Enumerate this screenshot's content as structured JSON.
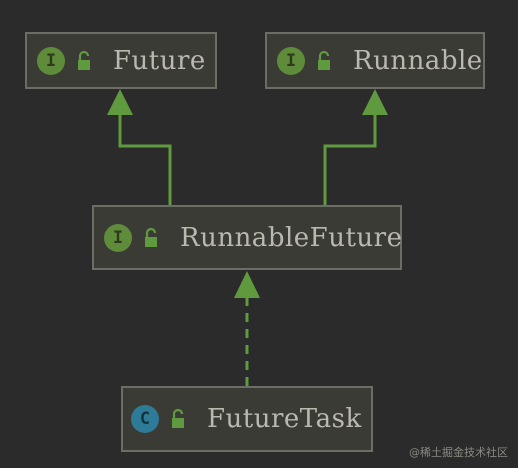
{
  "nodes": {
    "future": {
      "label": "Future",
      "kind": "interface",
      "badge": "I"
    },
    "runnable": {
      "label": "Runnable",
      "kind": "interface",
      "badge": "I"
    },
    "runnable_future": {
      "label": "RunnableFuture",
      "kind": "interface",
      "badge": "I"
    },
    "future_task": {
      "label": "FutureTask",
      "kind": "class",
      "badge": "C"
    }
  },
  "edges": [
    {
      "from": "runnable_future",
      "to": "future",
      "style": "solid",
      "relation": "extends"
    },
    {
      "from": "runnable_future",
      "to": "runnable",
      "style": "solid",
      "relation": "extends"
    },
    {
      "from": "future_task",
      "to": "runnable_future",
      "style": "dashed",
      "relation": "implements"
    }
  ],
  "icons": {
    "interface_badge": "interface-icon",
    "class_badge": "class-icon",
    "visibility": "unlocked-padlock-icon"
  },
  "colors": {
    "background": "#2b2b2b",
    "node_fill": "#3b3b35",
    "node_border": "#6d6d66",
    "edge": "#5f9a3e",
    "interface_badge": "#5f8c3b",
    "class_badge": "#2d7b96",
    "label_text": "#b9b9b0"
  },
  "watermark": "@稀土掘金技术社区"
}
